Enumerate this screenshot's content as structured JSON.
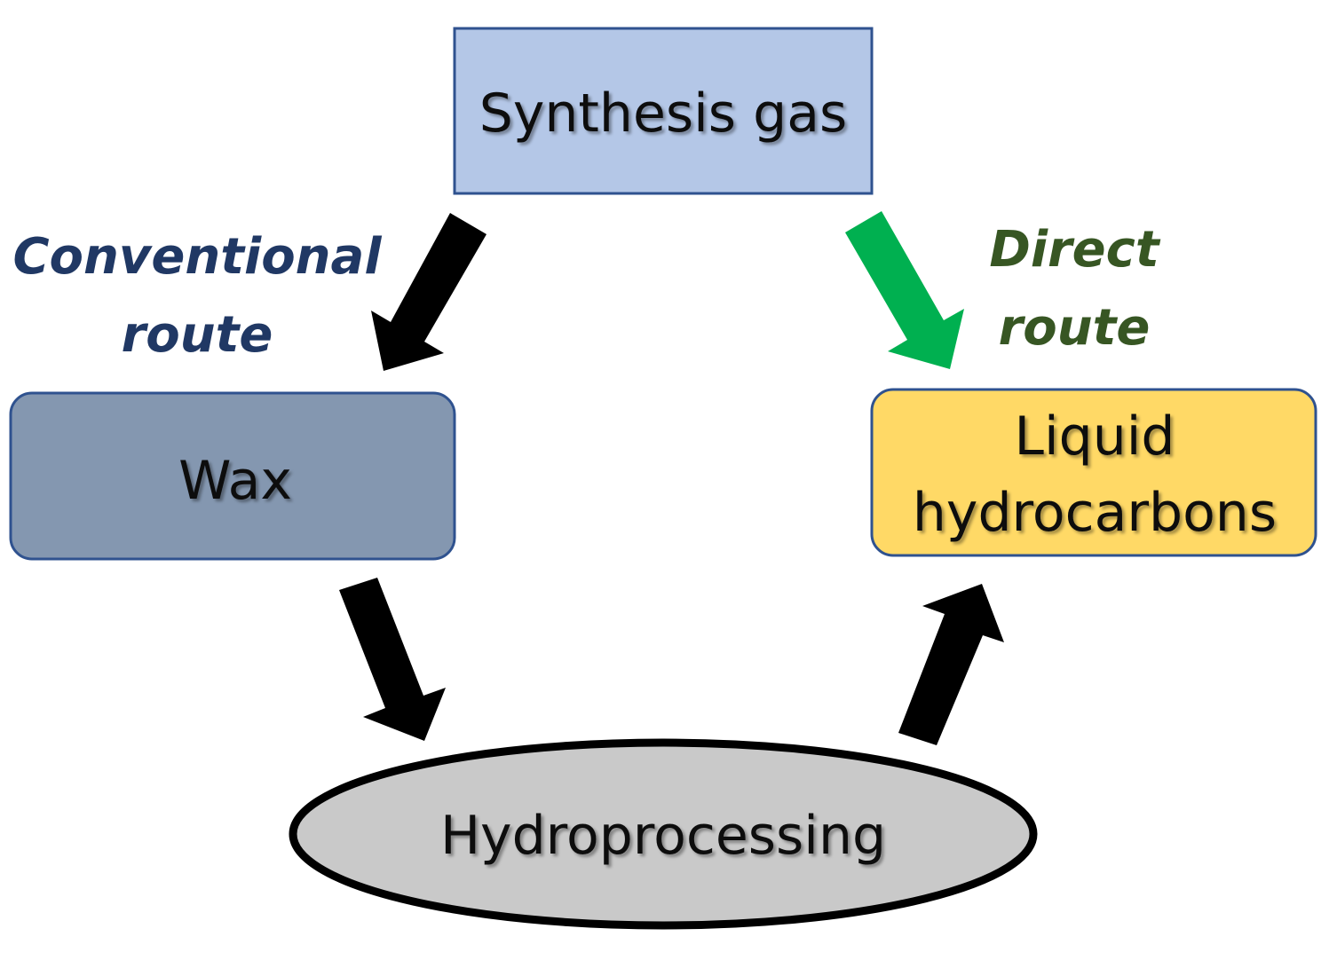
{
  "nodes": {
    "synthesis_gas": "Synthesis gas",
    "wax": "Wax",
    "liquid_hydrocarbons_line1": "Liquid",
    "liquid_hydrocarbons_line2": "hydrocarbons",
    "hydroprocessing": "Hydroprocessing"
  },
  "routes": {
    "conventional_line1": "Conventional",
    "conventional_line2": "route",
    "direct_line1": "Direct",
    "direct_line2": "route"
  },
  "colors": {
    "synthesis_gas_fill": "#b4c7e7",
    "synthesis_gas_border": "#2f528f",
    "wax_fill": "#8497b0",
    "wax_border": "#2f528f",
    "liquid_fill": "#ffd966",
    "liquid_border": "#2f528f",
    "hydro_fill": "#c9c9c9",
    "hydro_border": "#000000",
    "conventional_text": "#203864",
    "direct_text": "#375623",
    "direct_arrow": "#00b050",
    "other_arrows": "#000000"
  }
}
